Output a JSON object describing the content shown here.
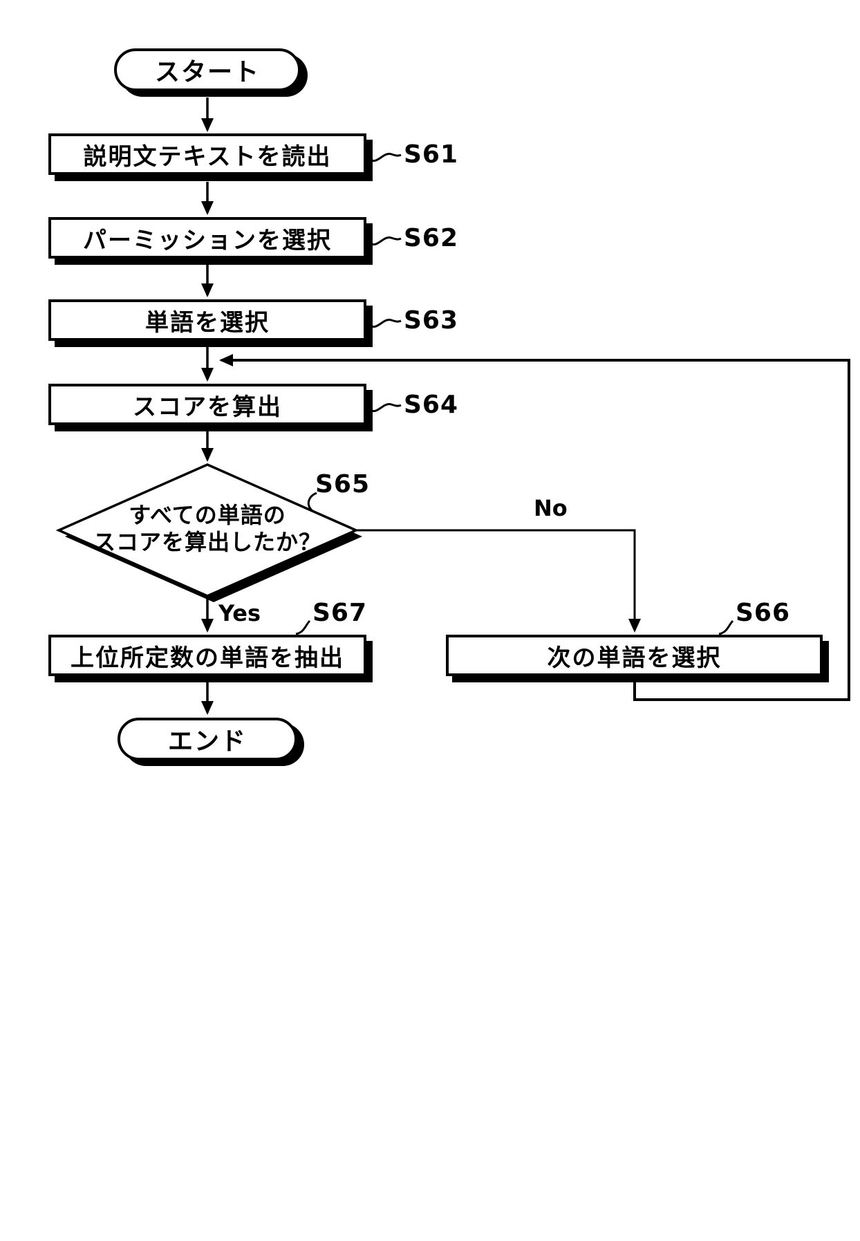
{
  "figure": {
    "type": "flowchart",
    "paper_color": "#ffffff",
    "ink_color": "#000000"
  },
  "nodes": {
    "start": {
      "label": "スタート"
    },
    "s61": {
      "label": "説明文テキストを読出",
      "step": "S61"
    },
    "s62": {
      "label": "パーミッションを選択",
      "step": "S62"
    },
    "s63": {
      "label": "単語を選択",
      "step": "S63"
    },
    "s64": {
      "label": "スコアを算出",
      "step": "S64"
    },
    "s65": {
      "line1": "すべての単語の",
      "line2": "スコアを算出したか？",
      "step": "S65"
    },
    "s66": {
      "label": "次の単語を選択",
      "step": "S66"
    },
    "s67": {
      "label": "上位所定数の単語を抽出",
      "step": "S67"
    },
    "end": {
      "label": "エンド"
    }
  },
  "edges": {
    "yes_label": "Yes",
    "no_label": "No"
  }
}
